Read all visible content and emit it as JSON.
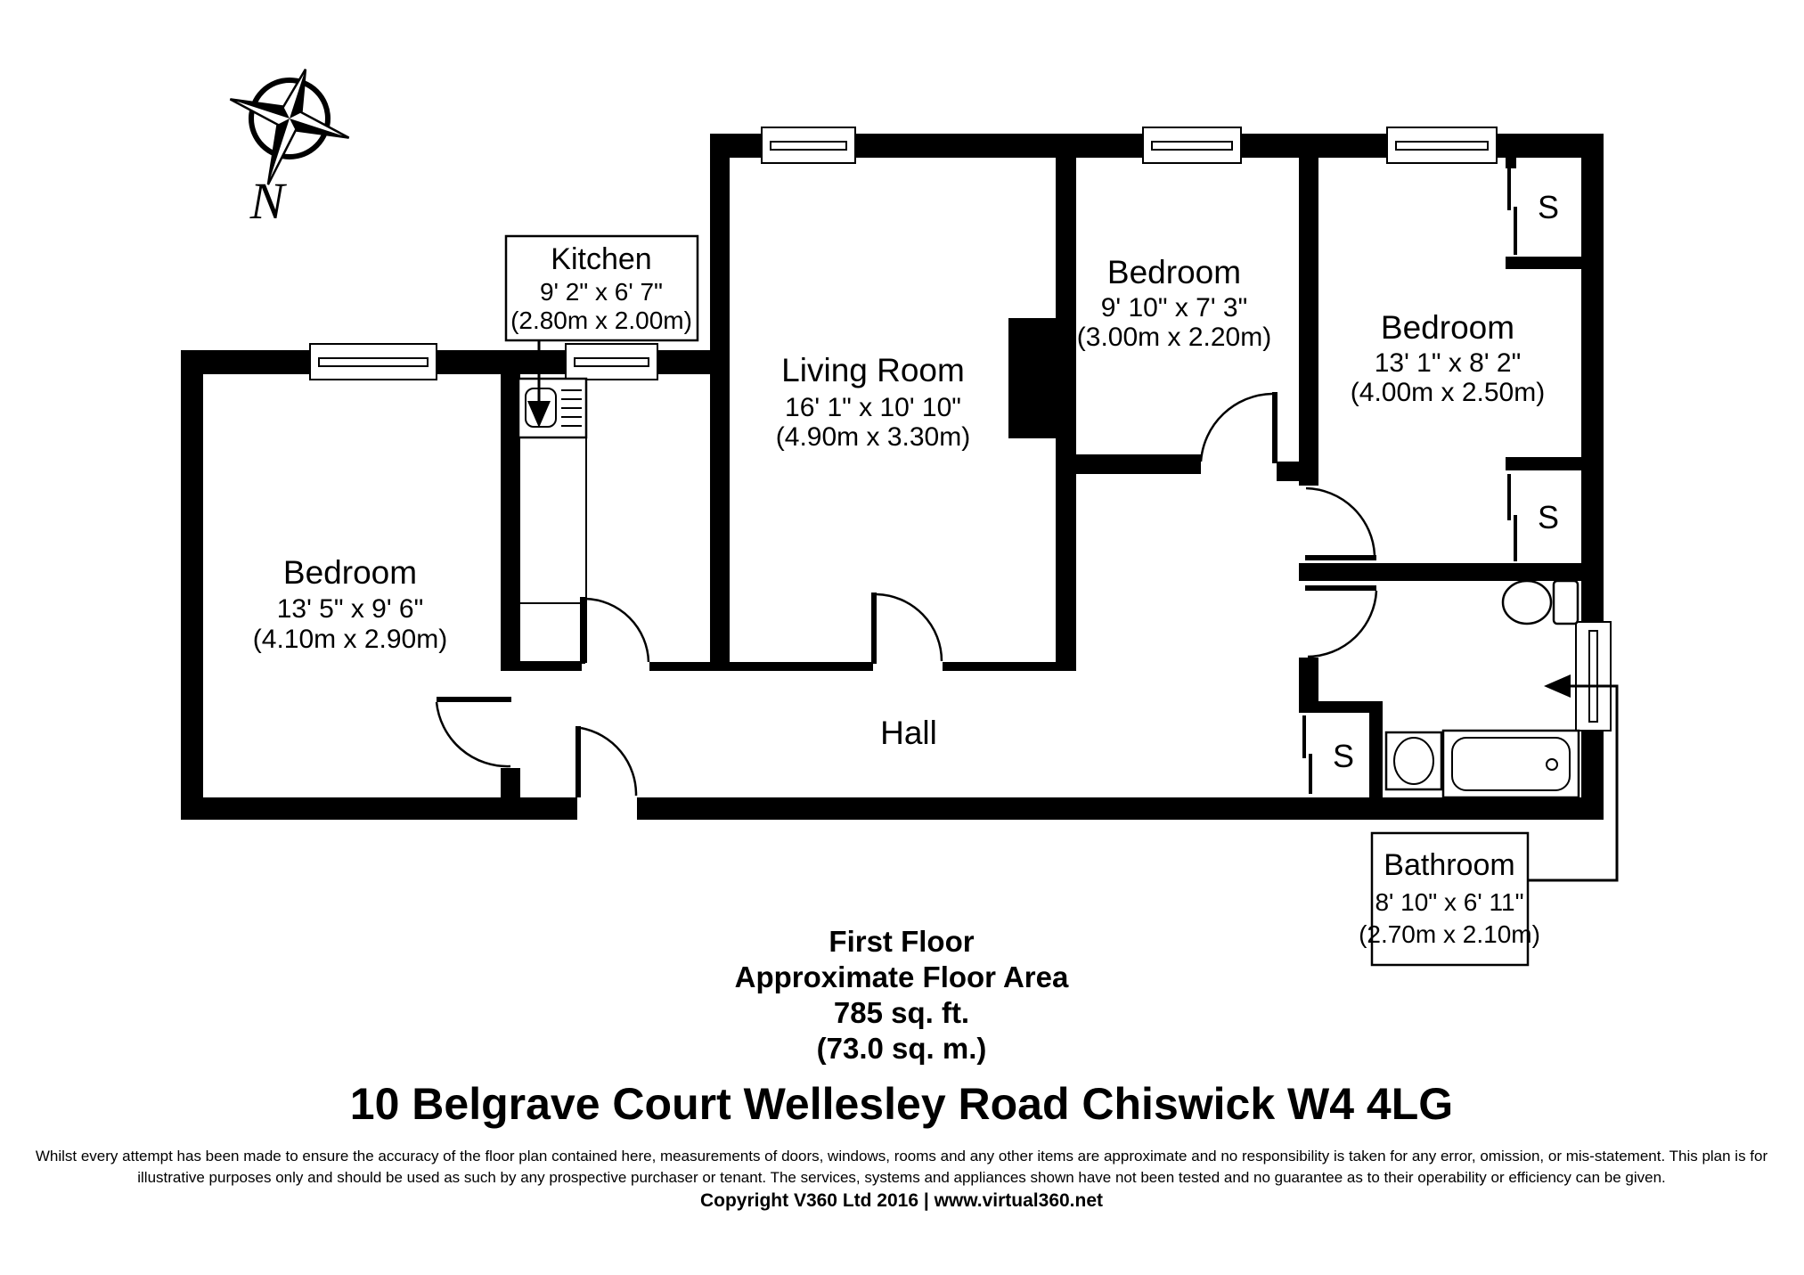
{
  "compass": {
    "north_label": "N"
  },
  "rooms": {
    "kitchen": {
      "name": "Kitchen",
      "imperial": "9' 2\" x 6' 7\"",
      "metric": "(2.80m x 2.00m)"
    },
    "living_room": {
      "name": "Living Room",
      "imperial": "16' 1\" x 10' 10\"",
      "metric": "(4.90m x 3.30m)"
    },
    "bedroom_middle": {
      "name": "Bedroom",
      "imperial": "9' 10\" x 7' 3\"",
      "metric": "(3.00m x 2.20m)"
    },
    "bedroom_right": {
      "name": "Bedroom",
      "imperial": "13' 1\" x 8' 2\"",
      "metric": "(4.00m x 2.50m)"
    },
    "bedroom_left": {
      "name": "Bedroom",
      "imperial": "13' 5\" x 9' 6\"",
      "metric": "(4.10m x 2.90m)"
    },
    "bathroom": {
      "name": "Bathroom",
      "imperial": "8' 10\" x 6' 11\"",
      "metric": "(2.70m x 2.10m)"
    },
    "hall": {
      "name": "Hall"
    }
  },
  "storage_label": "S",
  "title_block": {
    "floor": "First Floor",
    "area_label": "Approximate Floor Area",
    "area_imperial": "785 sq. ft.",
    "area_metric": "(73.0 sq. m.)"
  },
  "address": "10 Belgrave Court Wellesley Road Chiswick W4 4LG",
  "disclaimer_line1": "Whilst every attempt has been made to ensure the accuracy of the floor plan contained here, measurements of doors, windows, rooms and any other items are approximate and no responsibility is taken for any error, omission, or mis-statement. This plan is for",
  "disclaimer_line2": "illustrative purposes only and should be used as such by any prospective purchaser or tenant. The services, systems and appliances shown have not been tested and no guarantee as to their operability or efficiency can be given.",
  "copyright": "Copyright V360 Ltd 2016 | www.virtual360.net",
  "colors": {
    "ink": "#000000",
    "paper": "#ffffff"
  }
}
